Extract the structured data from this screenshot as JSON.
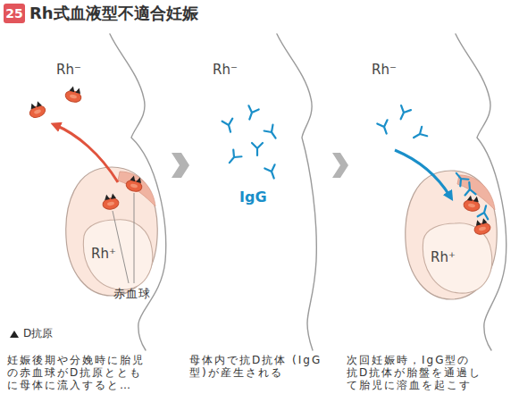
{
  "diagram": {
    "title": "Rh式血液型不適合妊娠",
    "nodes": [
      {
        "text": [
          "Rh⁻"
        ]
      },
      {
        "text": [
          "Rh⁺"
        ],
        "in": 0
      },
      {
        "text": [
          "Rh⁻"
        ]
      },
      {
        "text": [
          "Rh⁻"
        ]
      },
      {
        "text": [
          "Rh⁺"
        ],
        "in": 3
      }
    ],
    "edges": [
      {
        "from": 0,
        "to": 2,
        "arrow": "to"
      },
      {
        "from": 2,
        "to": 3,
        "arrow": "to"
      }
    ],
    "labels": [
      "25",
      "赤血球",
      "IgG",
      "妊娠後期や分娩時に胎児 の赤血球がD抗原ととも に母体に流入すると…",
      "母体内で抗D抗体 (IgG型)が産生される",
      "次回妊娠時，IgG型の 抗D抗体が胎盤を通過し て胎児に溶血を起こす"
    ],
    "legend": [
      {
        "text": "D抗原"
      }
    ]
  }
}
